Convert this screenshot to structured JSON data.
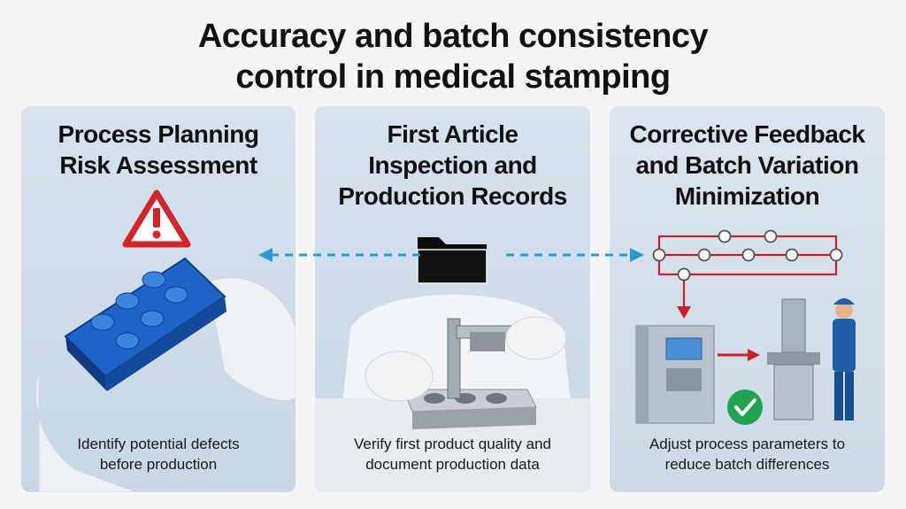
{
  "title": {
    "line1": "Accuracy and batch consistency",
    "line2": "control in medical stamping"
  },
  "panels": [
    {
      "heading": [
        "Process Planning",
        "Risk Assessment"
      ],
      "caption": [
        "Identify potential defects",
        "before production"
      ],
      "icon": "warning-icon"
    },
    {
      "heading": [
        "First Article",
        "Inspection and",
        "Production Records"
      ],
      "caption": [
        "Verify first product quality and",
        "document production data"
      ],
      "icon": "folder-icon"
    },
    {
      "heading": [
        "Corrective Feedback",
        "and Batch Variation",
        "Minimization"
      ],
      "caption": [
        "Adjust process parameters to",
        "reduce batch differences"
      ],
      "icon": "checkmark-icon"
    }
  ],
  "colors": {
    "warning": "#d4252a",
    "arrow": "#2b9bd8",
    "feedback_line": "#c8202a",
    "check": "#21a352",
    "part_blue": "#1f63c7"
  }
}
